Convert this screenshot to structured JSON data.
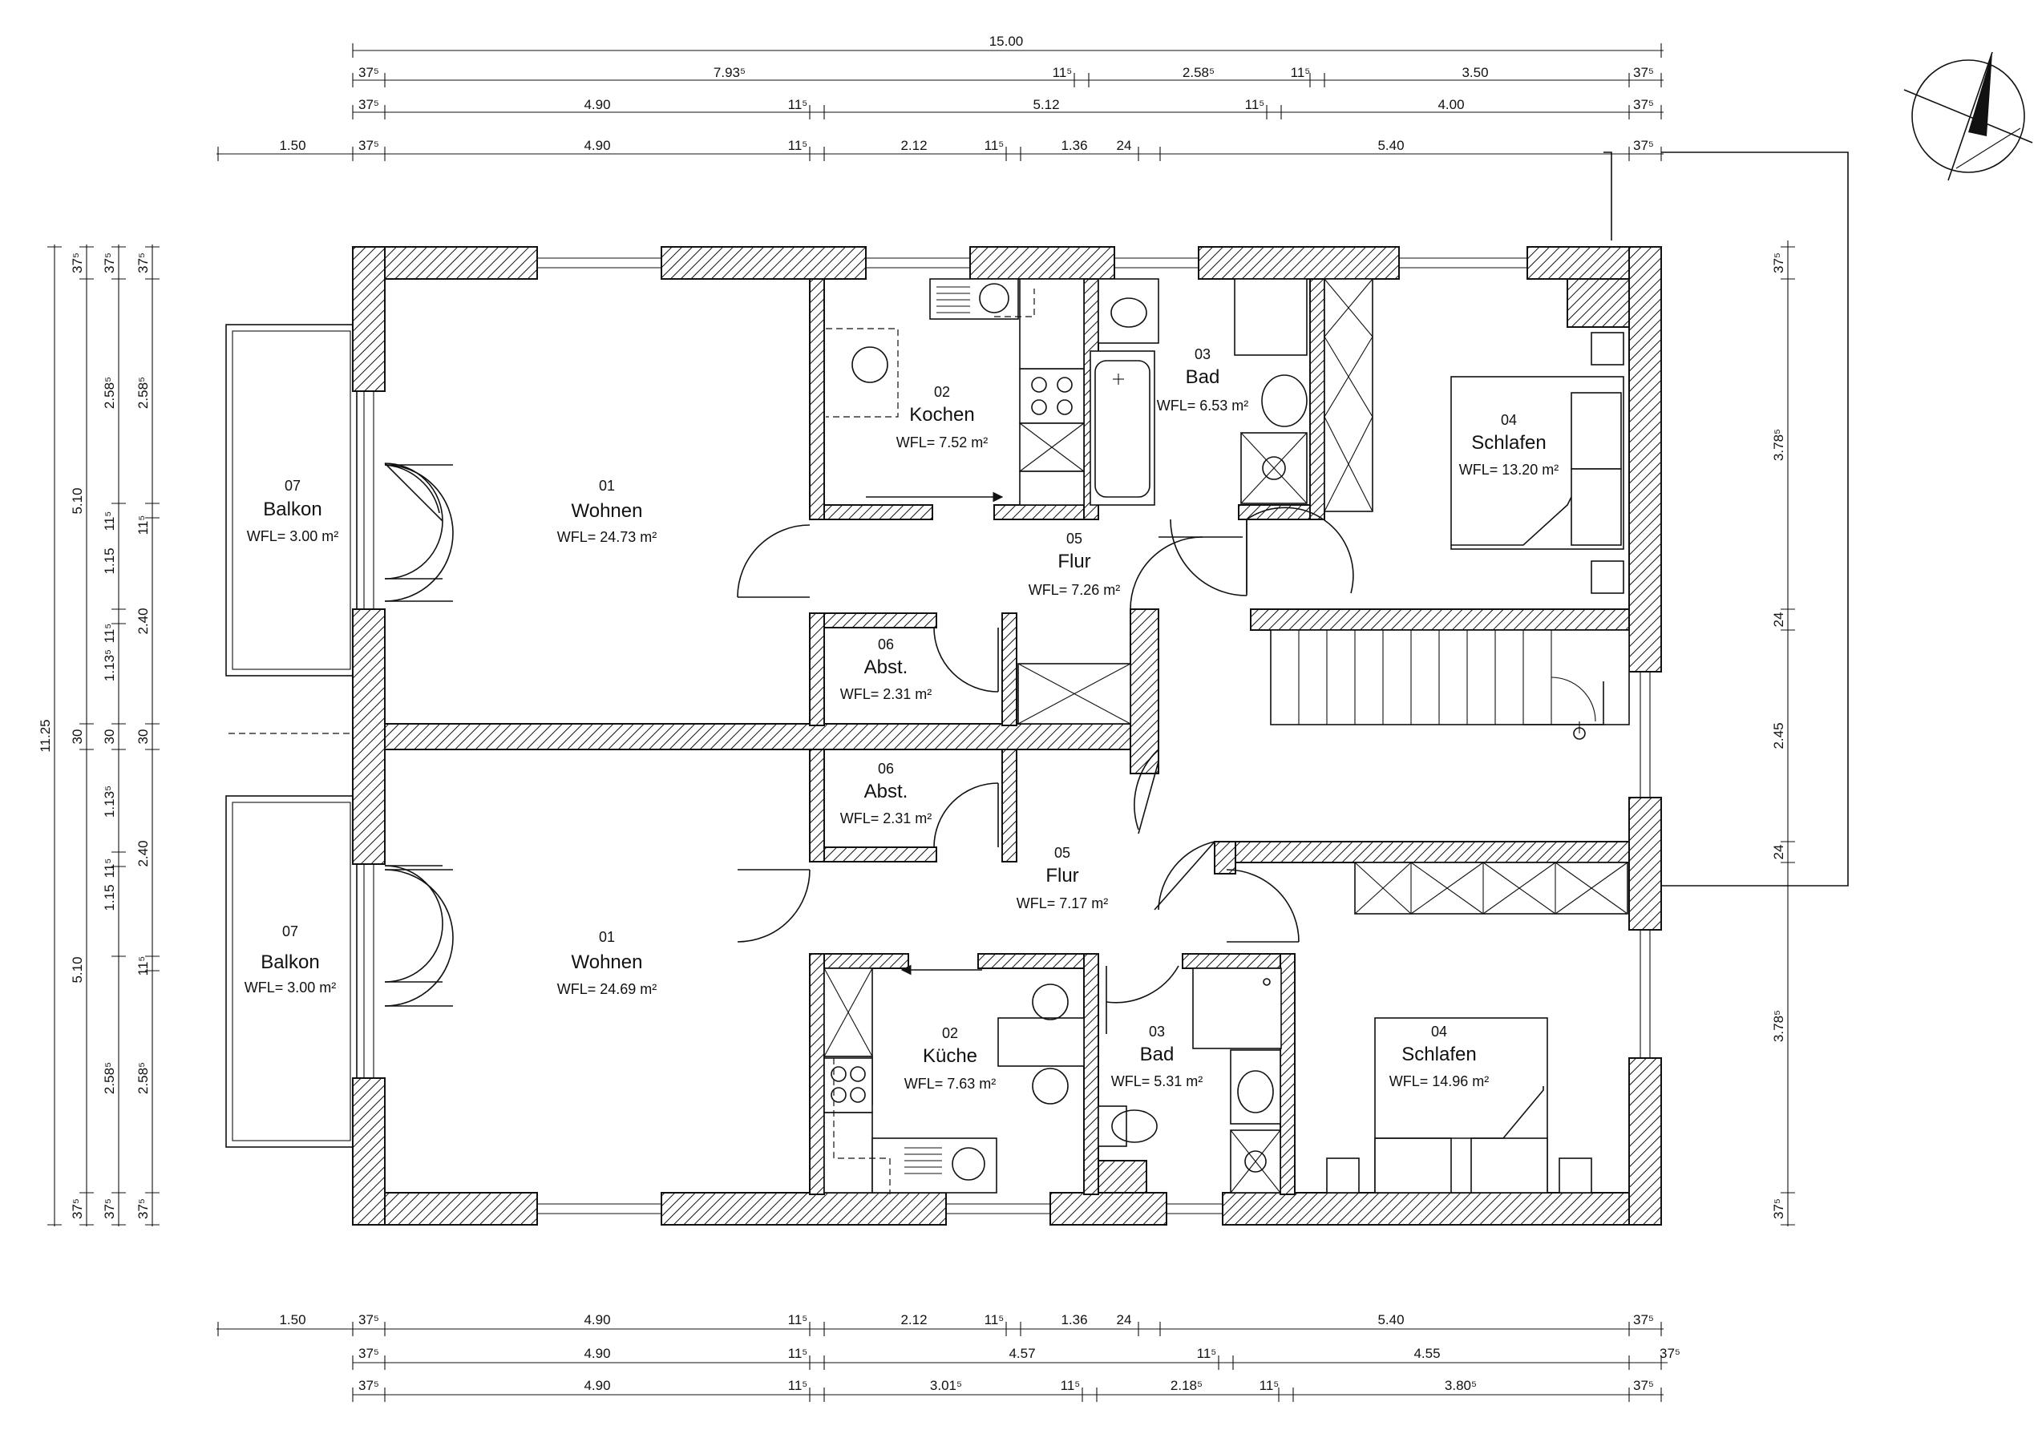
{
  "rooms": [
    {
      "id": "wohnen-top",
      "num": "01",
      "name": "Wohnen",
      "wfl": "WFL= 24.73 m²"
    },
    {
      "id": "kochen",
      "num": "02",
      "name": "Kochen",
      "wfl": "WFL= 7.52 m²"
    },
    {
      "id": "bad-top",
      "num": "03",
      "name": "Bad",
      "wfl": "WFL= 6.53 m²"
    },
    {
      "id": "schlafen-top",
      "num": "04",
      "name": "Schlafen",
      "wfl": "WFL= 13.20 m²"
    },
    {
      "id": "flur-top",
      "num": "05",
      "name": "Flur",
      "wfl": "WFL= 7.26 m²"
    },
    {
      "id": "abst-top",
      "num": "06",
      "name": "Abst.",
      "wfl": "WFL= 2.31 m²"
    },
    {
      "id": "balkon-top",
      "num": "07",
      "name": "Balkon",
      "wfl": "WFL= 3.00 m²"
    },
    {
      "id": "wohnen-bottom",
      "num": "01",
      "name": "Wohnen",
      "wfl": "WFL= 24.69 m²"
    },
    {
      "id": "kueche",
      "num": "02",
      "name": "Küche",
      "wfl": "WFL= 7.63 m²"
    },
    {
      "id": "bad-bottom",
      "num": "03",
      "name": "Bad",
      "wfl": "WFL= 5.31 m²"
    },
    {
      "id": "schlafen-bottom",
      "num": "04",
      "name": "Schlafen",
      "wfl": "WFL= 14.96 m²"
    },
    {
      "id": "flur-bottom",
      "num": "05",
      "name": "Flur",
      "wfl": "WFL= 7.17 m²"
    },
    {
      "id": "abst-bottom",
      "num": "06",
      "name": "Abst.",
      "wfl": "WFL= 2.31 m²"
    },
    {
      "id": "balkon-bottom",
      "num": "07",
      "name": "Balkon",
      "wfl": "WFL= 3.00 m²"
    }
  ],
  "dimensions": {
    "top_overall": "15.00",
    "top_row1": [
      "37⁵",
      "7.93⁵",
      "11⁵",
      "2.58⁵",
      "11⁵",
      "3.50",
      "37⁵"
    ],
    "top_row2": [
      "37⁵",
      "4.90",
      "11⁵",
      "5.12",
      "11⁵",
      "4.00",
      "37⁵"
    ],
    "top_row3": [
      "1.50",
      "37⁵",
      "4.90",
      "11⁵",
      "2.12",
      "11⁵",
      "1.36",
      "24",
      "5.40",
      "37⁵"
    ],
    "bottom_row1": [
      "1.50",
      "37⁵",
      "4.90",
      "11⁵",
      "2.12",
      "11⁵",
      "1.36",
      "24",
      "5.40",
      "37⁵"
    ],
    "bottom_row2": [
      "37⁵",
      "4.90",
      "11⁵",
      "4.57",
      "11⁵",
      "4.55",
      "37⁵"
    ],
    "bottom_row3": [
      "37⁵",
      "4.90",
      "11⁵",
      "3.01⁵",
      "11⁵",
      "2.18⁵",
      "11⁵",
      "3.80⁵",
      "37⁵"
    ],
    "left_overall": "11.25",
    "left_col2": [
      "37⁵",
      "5.10",
      "30",
      "5.10",
      "37⁵"
    ],
    "left_col3": [
      "37⁵",
      "2.58⁵",
      "1.15",
      "11⁵",
      "1.13⁵",
      "11⁵",
      "30",
      "1.13⁵",
      "1.15",
      "11⁵",
      "2.58⁵",
      "37⁵"
    ],
    "left_col4": [
      "37⁵",
      "2.58⁵",
      "11⁵",
      "2.40",
      "30",
      "2.40",
      "11⁵",
      "2.58⁵",
      "37⁵"
    ],
    "right_col": [
      "37⁵",
      "3.78⁵",
      "24",
      "2.45",
      "24",
      "3.78⁵",
      "37⁵"
    ]
  }
}
